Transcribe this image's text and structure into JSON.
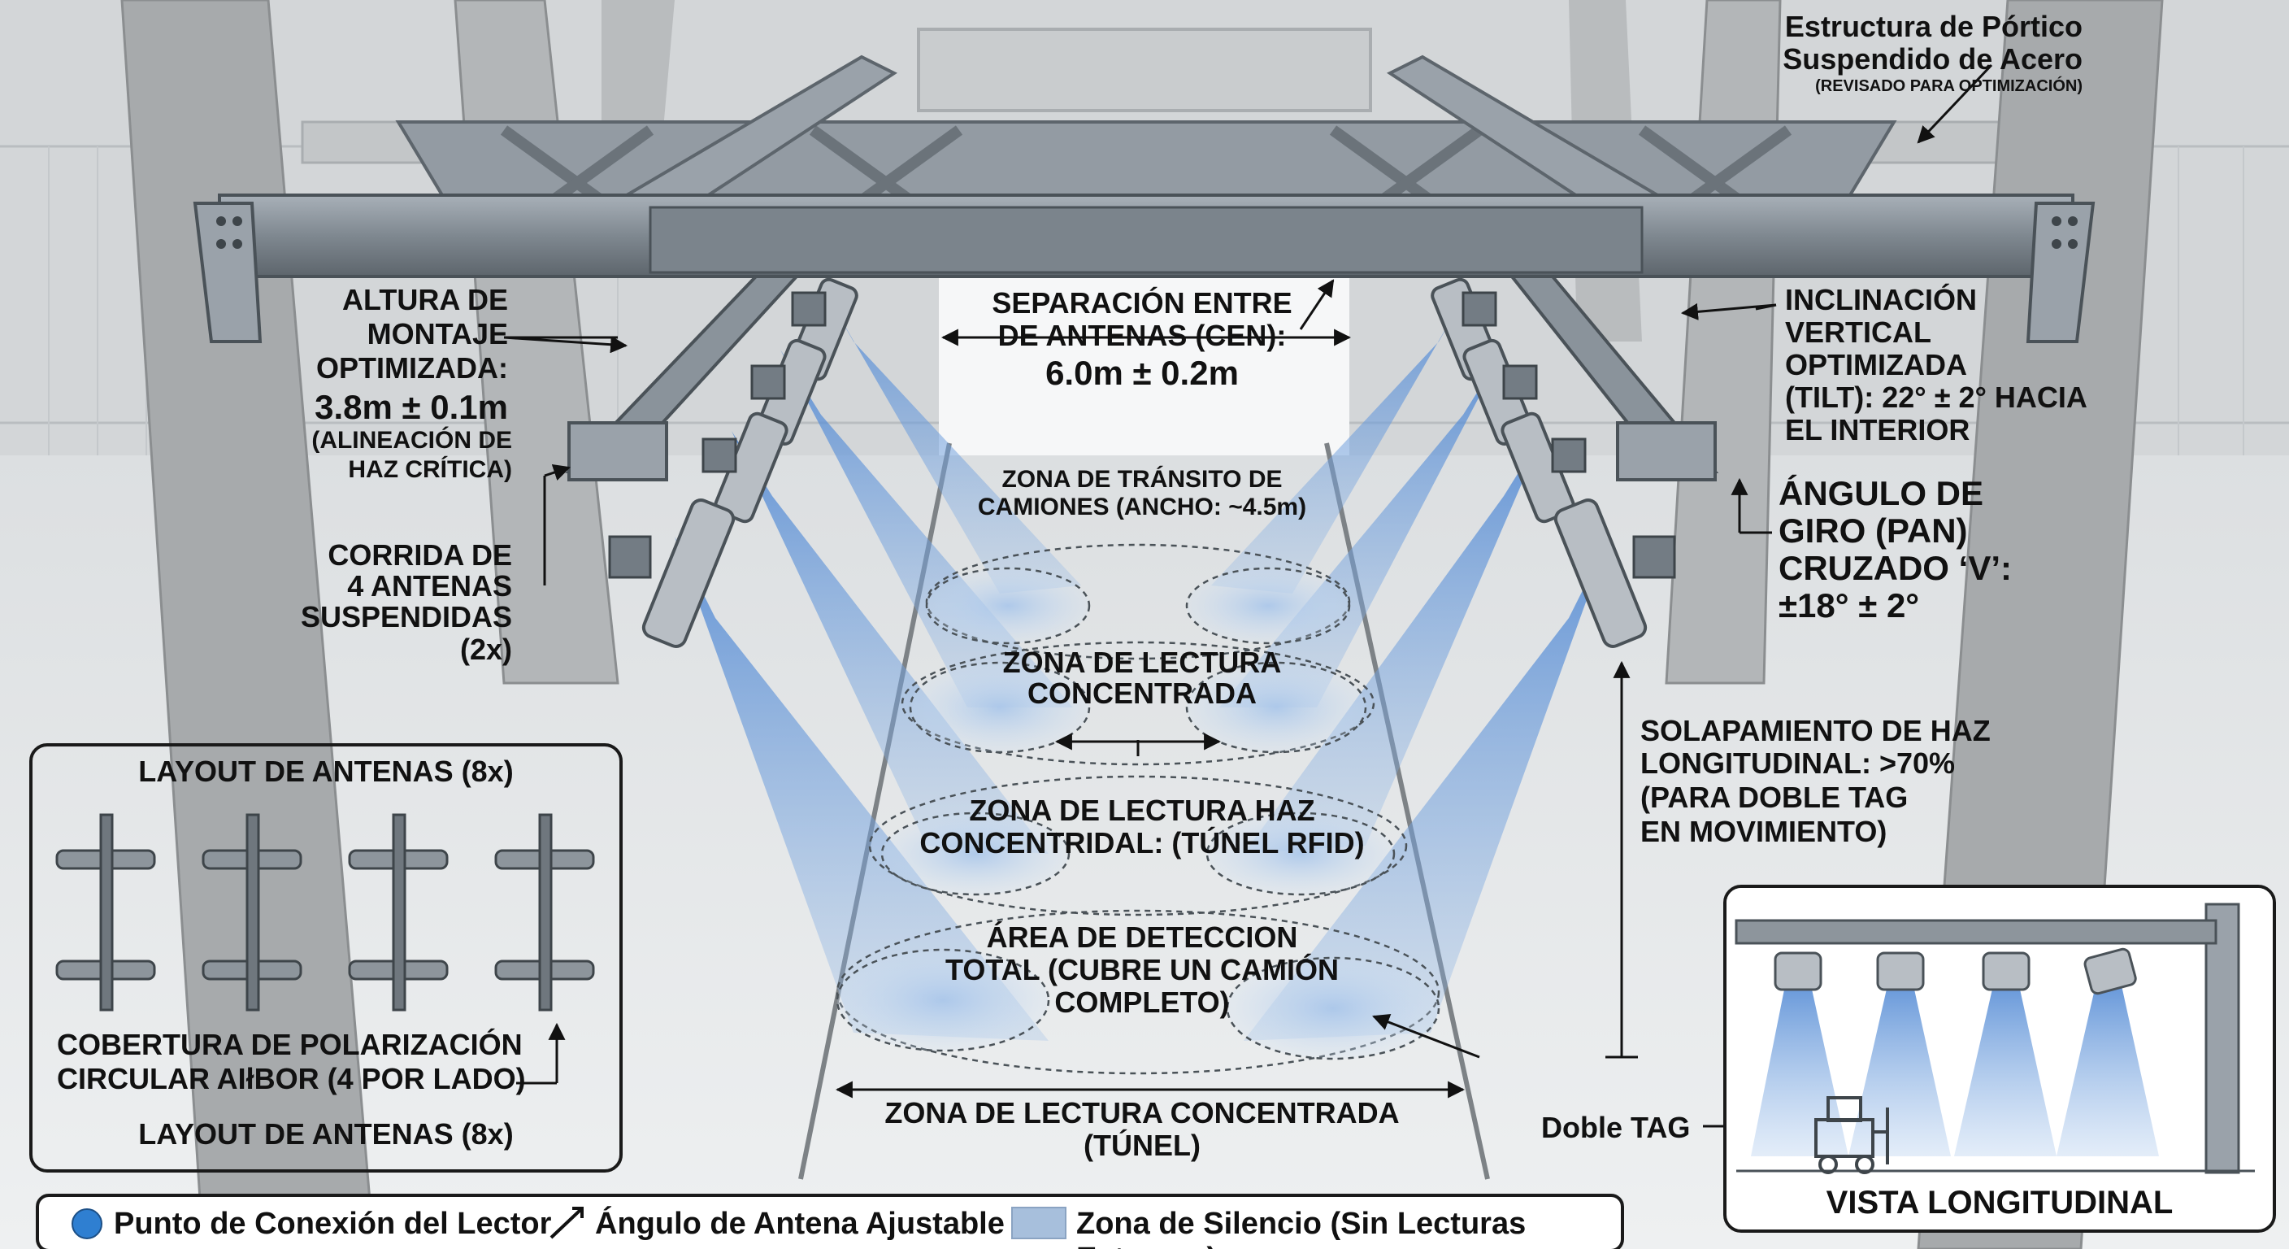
{
  "labels": {
    "structure_title_1": "Estructura de Pórtico",
    "structure_title_2": "Suspendido de Acero",
    "structure_note": "(REVISADO PARA OPTIMIZACIÓN)",
    "mount_height_1": "ALTURA DE",
    "mount_height_2": "MONTAJE",
    "mount_height_3": "OPTIMIZADA:",
    "mount_height_value": "3.8m ± 0.1m",
    "mount_height_note_1": "(ALINEACIÓN DE",
    "mount_height_note_2": "HAZ CRÍTICA)",
    "separation_1": "SEPARACIÓN ENTRE",
    "separation_2": "DE ANTENAS (CEN):",
    "separation_value": "6.0m ± 0.2m",
    "tilt_1": "INCLINACIÓN",
    "tilt_2": "VERTICAL",
    "tilt_3": "OPTIMIZADA",
    "tilt_4": "(TILT): 22° ± 2° HACIA",
    "tilt_5": "EL INTERIOR",
    "pan_1": "ÁNGULO DE",
    "pan_2": "GIRO (PAN)",
    "pan_3": "CRUZADO ‘V’:",
    "pan_value": "±18° ± 2°",
    "run_1": "CORRIDA DE",
    "run_2": "4 ANTENAS",
    "run_3": "SUSPENDIDAS",
    "run_4": "(2x)",
    "transit_1": "ZONA DE TRÁNSITO DE",
    "transit_2": "CAMIONES (ANCHO: ~4.5m)",
    "read_zone_1": "ZONA DE LECTURA",
    "read_zone_2": "CONCENTRADA",
    "tunnel_zone_1": "ZONA DE LECTURA HAZ",
    "tunnel_zone_2": "CONCENTRIDAL: (TÚNEL RFID)",
    "detect_1": "ÁREA DE DETECCION",
    "detect_2": "TOTAL (CUBRE UN CAMIÓN",
    "detect_3": "COMPLETO)",
    "overlap_1": "SOLAPAMIENTO DE HAZ",
    "overlap_2": "LONGITUDINAL: >70%",
    "overlap_3": "(PARA DOBLE TAG",
    "overlap_4": "EN MOVIMIENTO)",
    "bottom_zone_1": "ZONA DE LECTURA CONCENTRADA",
    "bottom_zone_2": "(TÚNEL)",
    "double_tag": "Doble TAG"
  },
  "layout_box": {
    "title": "LAYOUT DE ANTENAS (8x)",
    "coverage_1": "COBERTURA DE POLARIZACIÓN",
    "coverage_2": "CIRCULAR AIłBOR (4 POR LADO)",
    "footer": "LAYOUT DE ANTENAS (8x)"
  },
  "side_view": {
    "title": "VISTA LONGITUDINAL"
  },
  "legend": {
    "reader_point": "Punto de Conexión del Lector",
    "adjustable_angle": "Ángulo de Antena Ajustable",
    "silence_zone": "Zona de Silencio (Sin Lecturas Externas)"
  },
  "colors": {
    "beam": "#6f9fd8",
    "steel": "#8a939c",
    "concrete": "#a9acae",
    "reader_dot": "#2f7fd1",
    "silence_swatch": "#a7bfdc"
  }
}
